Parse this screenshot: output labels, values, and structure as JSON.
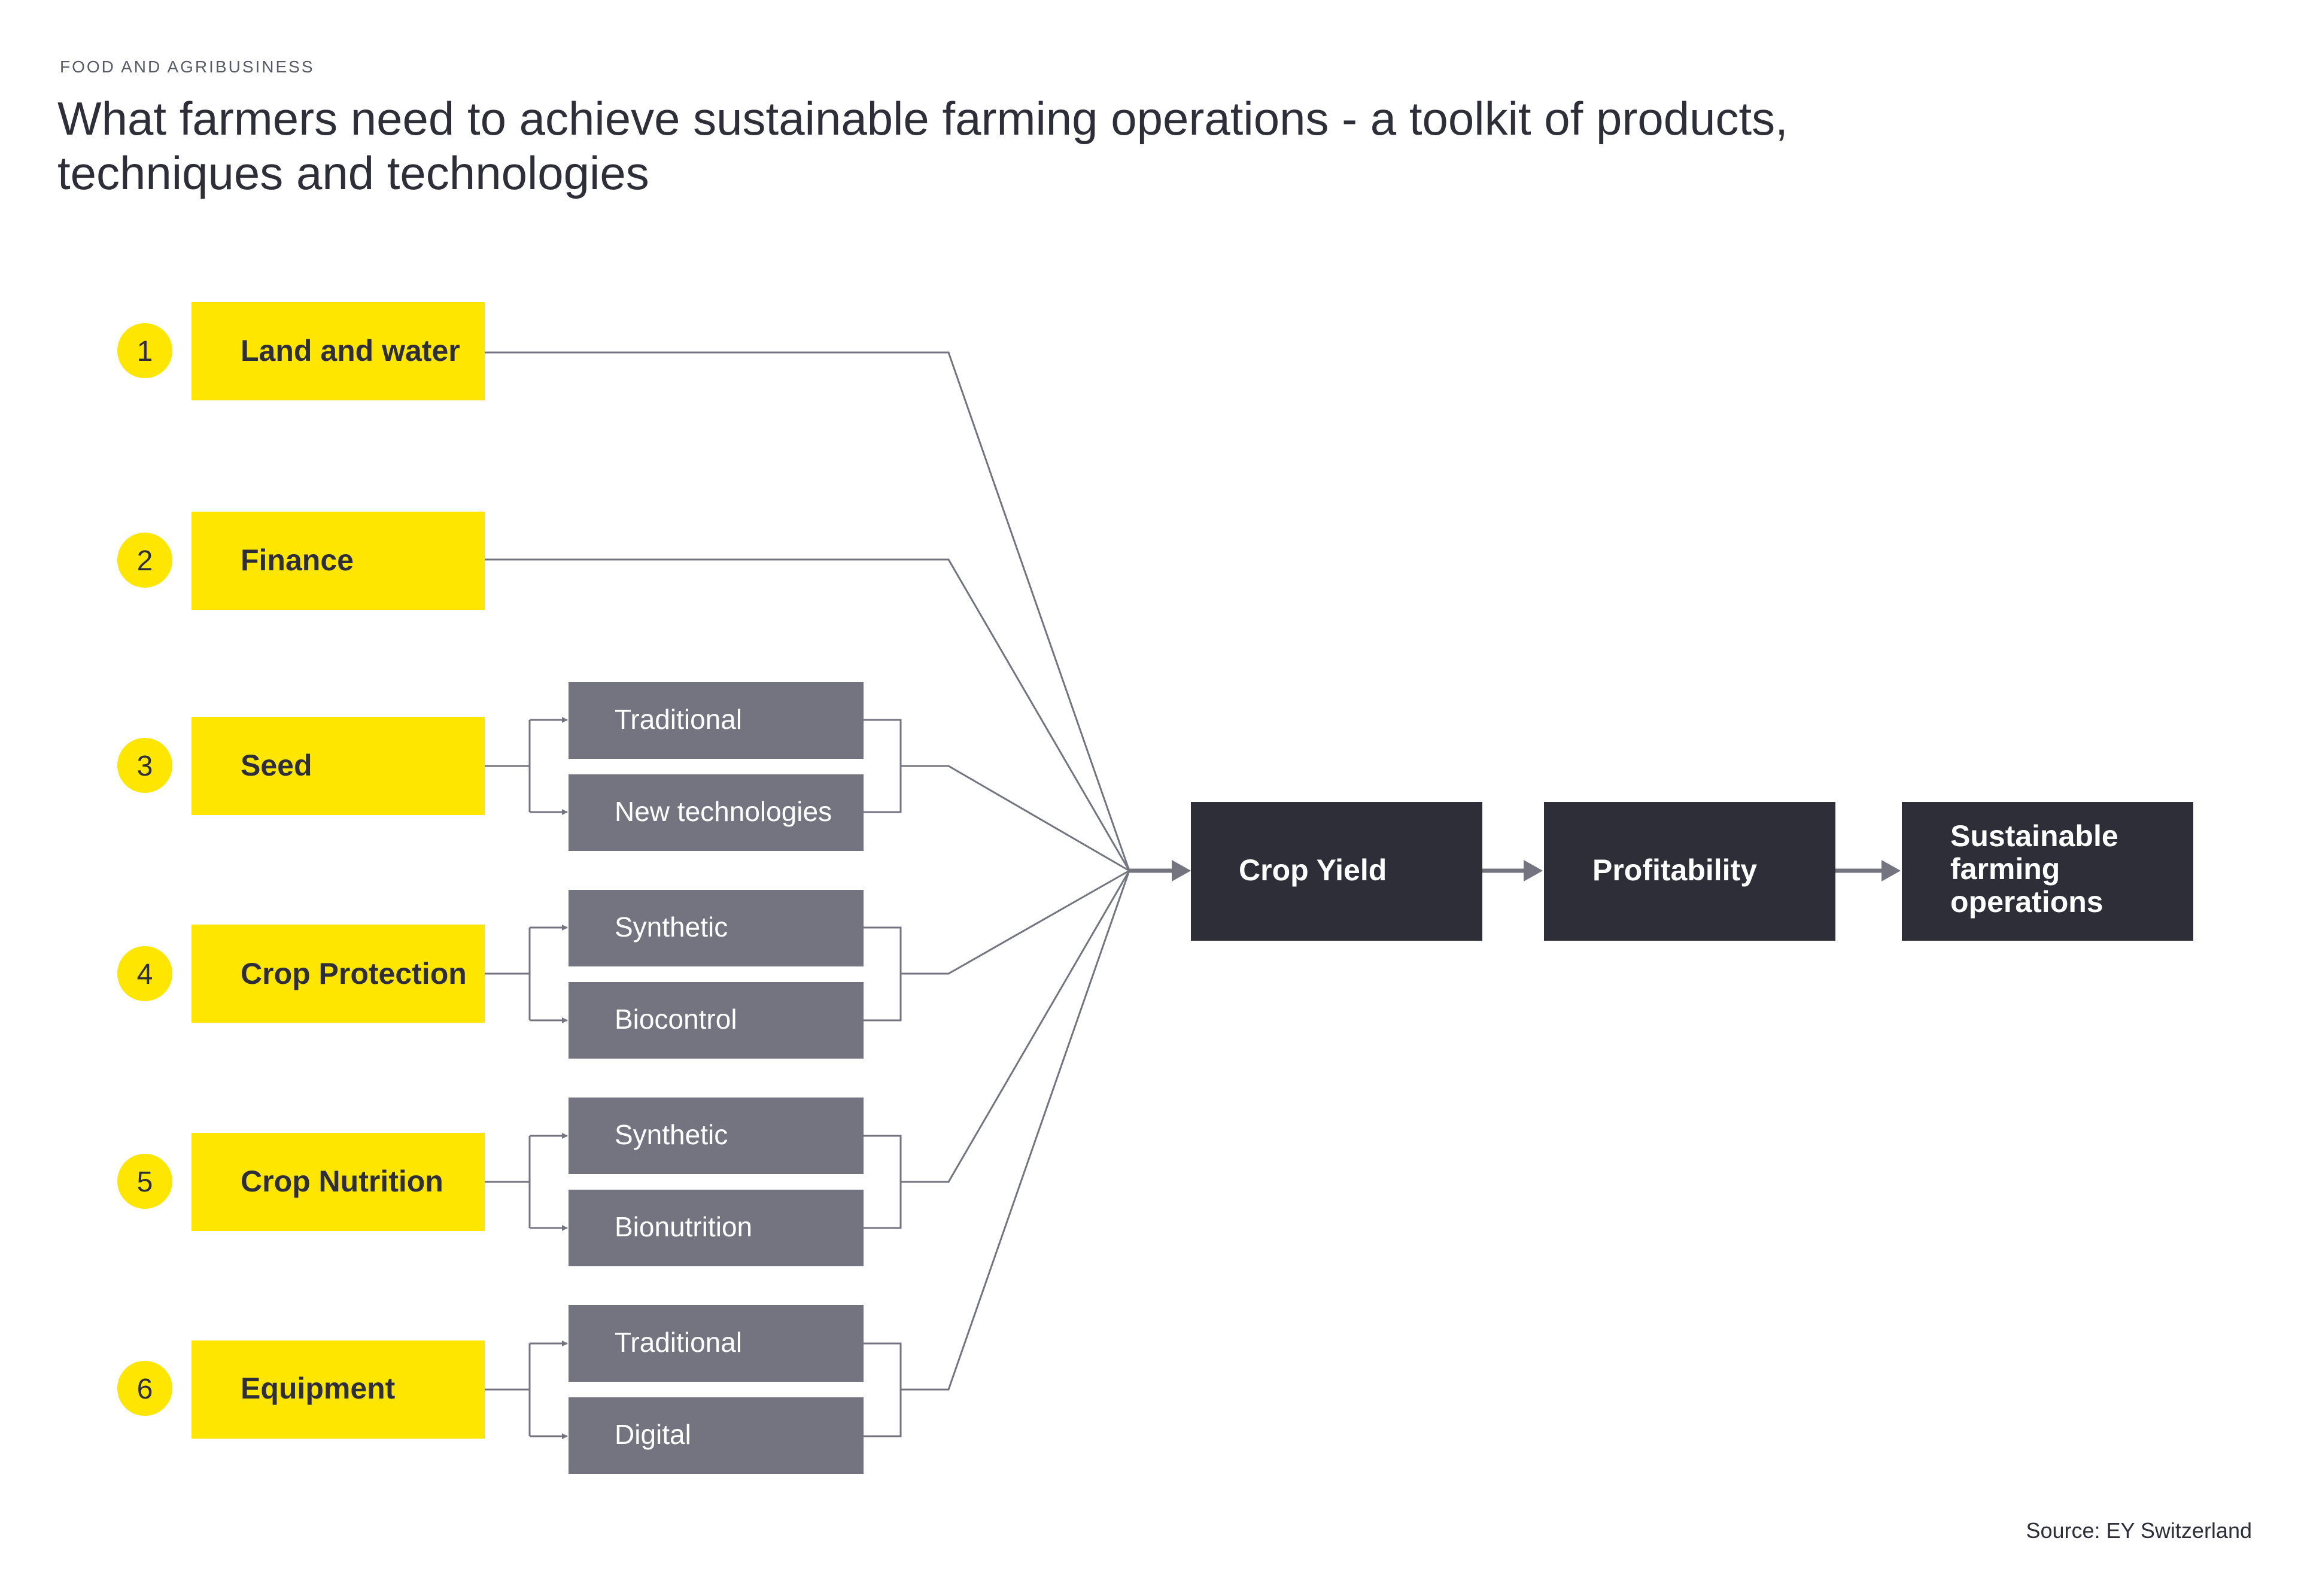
{
  "header": {
    "eyebrow": "FOOD AND AGRIBUSINESS",
    "title_line1": "What farmers need to achieve sustainable farming operations - a toolkit of products,",
    "title_line2": "techniques and technologies"
  },
  "factors": [
    {
      "number": "1",
      "label": "Land and water",
      "options": []
    },
    {
      "number": "2",
      "label": "Finance",
      "options": []
    },
    {
      "number": "3",
      "label": "Seed",
      "options": [
        "Traditional",
        "New technologies"
      ]
    },
    {
      "number": "4",
      "label": "Crop Protection",
      "options": [
        "Synthetic",
        "Biocontrol"
      ]
    },
    {
      "number": "5",
      "label": "Crop Nutrition",
      "options": [
        "Synthetic",
        "Bionutrition"
      ]
    },
    {
      "number": "6",
      "label": "Equipment",
      "options": [
        "Traditional",
        "Digital"
      ]
    }
  ],
  "outcomes": {
    "crop_yield": "Crop Yield",
    "profitability": "Profitability",
    "sustainable_line1": "Sustainable",
    "sustainable_line2": "farming",
    "sustainable_line3": "operations"
  },
  "footer": {
    "source": "Source: EY Switzerland"
  },
  "colors": {
    "yellow": "#ffe600",
    "gray": "#747480",
    "dark": "#2e2e38"
  }
}
